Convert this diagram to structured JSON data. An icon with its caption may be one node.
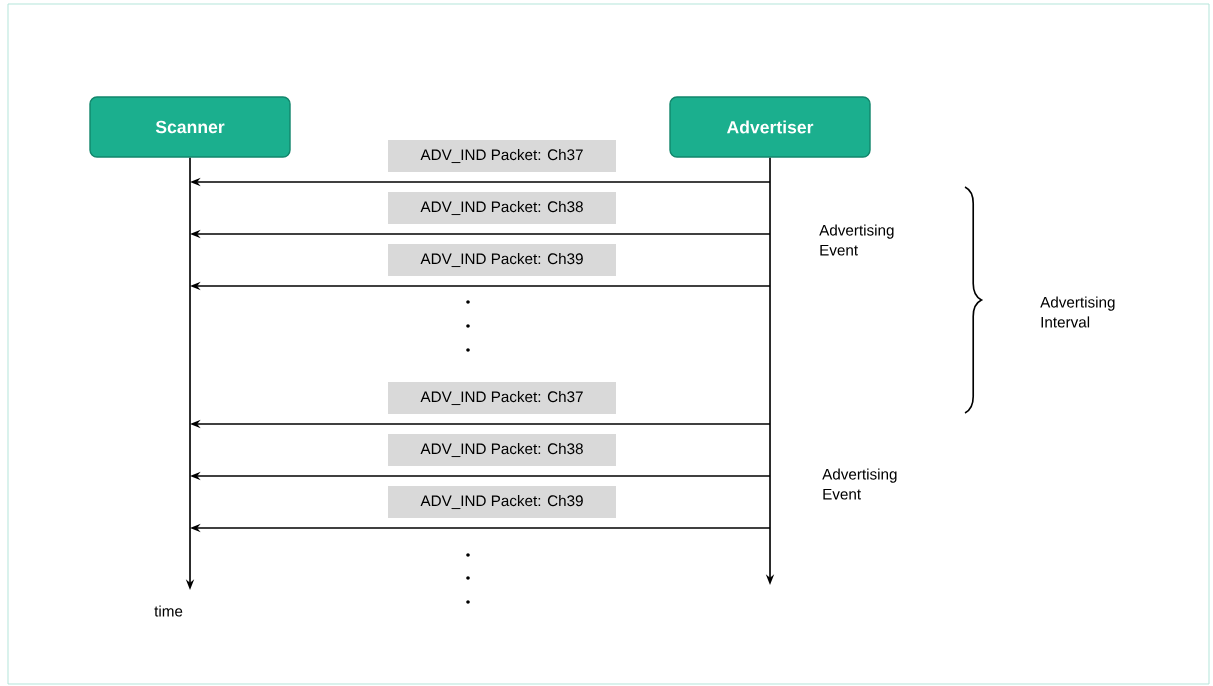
{
  "diagram": {
    "nodes": [
      {
        "text": [
          "Scanner"
        ]
      },
      {
        "text": [
          "Advertiser"
        ]
      }
    ],
    "edges": [
      {
        "from": 1,
        "to": 0,
        "arrow": "to",
        "label": "ADV_IND Packet: Ch37"
      },
      {
        "from": 1,
        "to": 0,
        "arrow": "to",
        "label": "ADV_IND Packet: Ch38"
      },
      {
        "from": 1,
        "to": 0,
        "arrow": "to",
        "label": "ADV_IND Packet: Ch39"
      },
      {
        "from": 1,
        "to": 0,
        "arrow": "to",
        "label": "ADV_IND Packet: Ch37"
      },
      {
        "from": 1,
        "to": 0,
        "arrow": "to",
        "label": "ADV_IND Packet: Ch38"
      },
      {
        "from": 1,
        "to": 0,
        "arrow": "to",
        "label": "ADV_IND Packet: Ch39"
      }
    ],
    "labels": [
      "Advertising Event",
      "Advertising Interval",
      "Advertising Event",
      "time"
    ]
  }
}
